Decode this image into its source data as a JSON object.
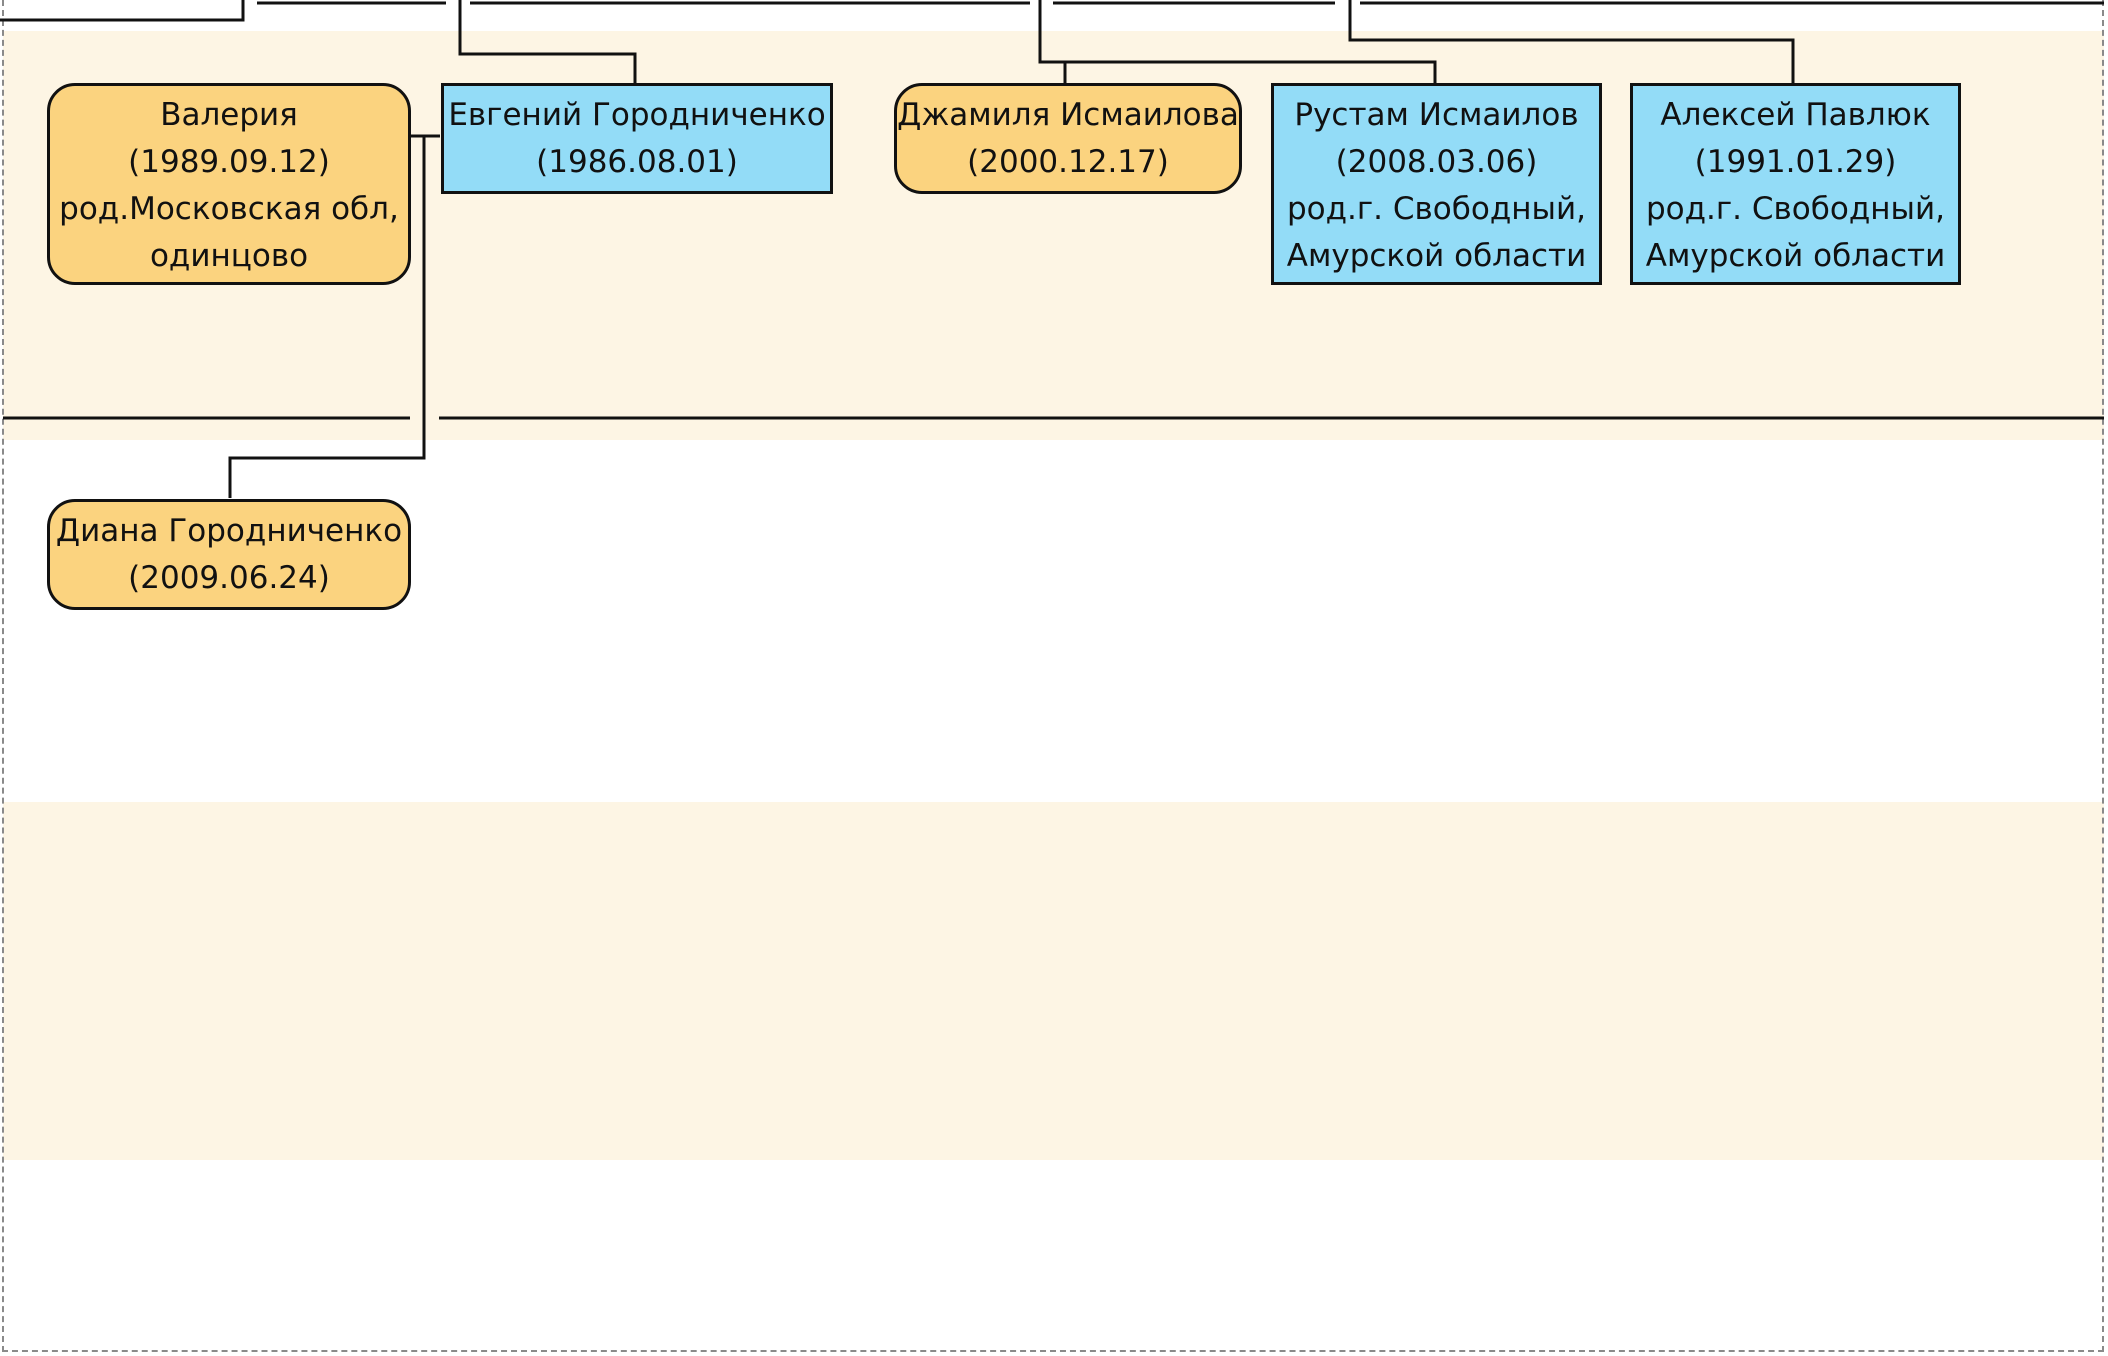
{
  "colors": {
    "female_fill": "#fbd37f",
    "male_fill": "#93dcf7",
    "band_fill": "#fdf5e4",
    "line": "#111111"
  },
  "people": {
    "valeria": {
      "name": "Валерия",
      "date": "(1989.09.12)",
      "birth_line1": "род.Московская обл,",
      "birth_line2": "одинцово"
    },
    "evgeniy": {
      "name": "Евгений Городниченко",
      "date": "(1986.08.01)"
    },
    "dzhamilya": {
      "name": "Джамиля Исмаилова",
      "date": "(2000.12.17)"
    },
    "rustam": {
      "name": "Рустам Исмаилов",
      "date": "(2008.03.06)",
      "birth_line1": "род.г. Свободный,",
      "birth_line2": "Амурской области"
    },
    "aleksey": {
      "name": "Алексей Павлюк",
      "date": "(1991.01.29)",
      "birth_line1": "род.г. Свободный,",
      "birth_line2": "Амурской области"
    },
    "diana": {
      "name": "Диана Городниченко",
      "date": "(2009.06.24)"
    }
  }
}
